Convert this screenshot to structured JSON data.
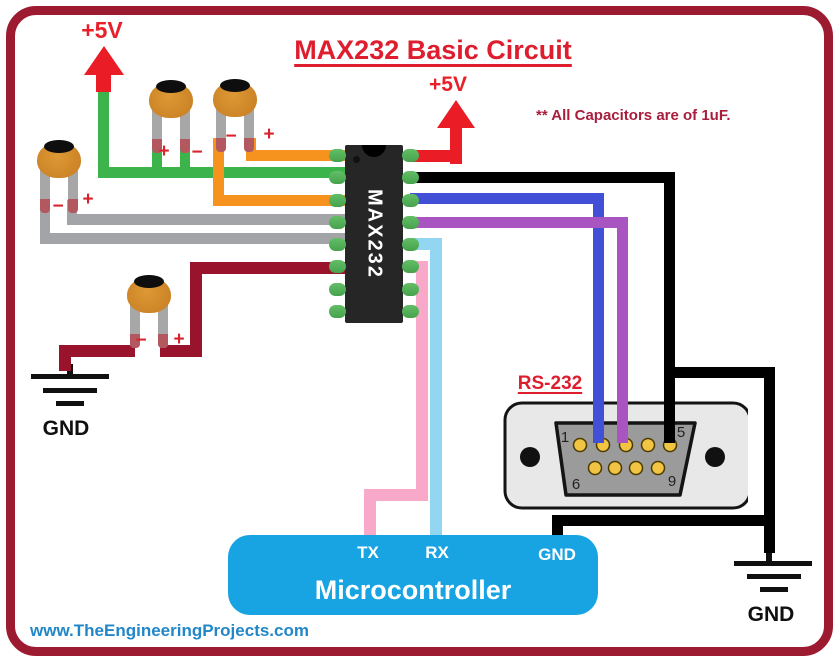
{
  "title": "MAX232 Basic Circuit",
  "note": "** All Capacitors are of 1uF.",
  "power": {
    "left": "+5V",
    "right": "+5V"
  },
  "ic": {
    "label": "MAX232"
  },
  "connector": {
    "label": "RS-232",
    "pins": [
      "1",
      "5",
      "6",
      "9"
    ]
  },
  "mcu": {
    "label": "Microcontroller",
    "tx": "TX",
    "rx": "RX",
    "gnd": "GND"
  },
  "ground": {
    "left": "GND",
    "right": "GND"
  },
  "polarity": {
    "plus": "+",
    "minus": "−"
  },
  "website": "www.TheEngineeringProjects.com",
  "colors": {
    "frame": "#9C1B31",
    "title_red": "#DE1E2E",
    "note_red": "#A81E3C",
    "wire_green": "#3CB44B",
    "wire_orange": "#F6921E",
    "wire_gray": "#A2A4A7",
    "wire_dark_red": "#98132B",
    "wire_red": "#EA1C26",
    "wire_black": "#000000",
    "wire_blue": "#4150D6",
    "wire_purple": "#A855C2",
    "wire_light_blue": "#93D6F1",
    "wire_pink": "#F8A9CA",
    "mcu_blue": "#18A3E2",
    "website_blue": "#2287C8",
    "db9_pin_yellow": "#F2C443",
    "ic_pin_green": "#55B55A",
    "capacitor_body": "#CE862C"
  }
}
